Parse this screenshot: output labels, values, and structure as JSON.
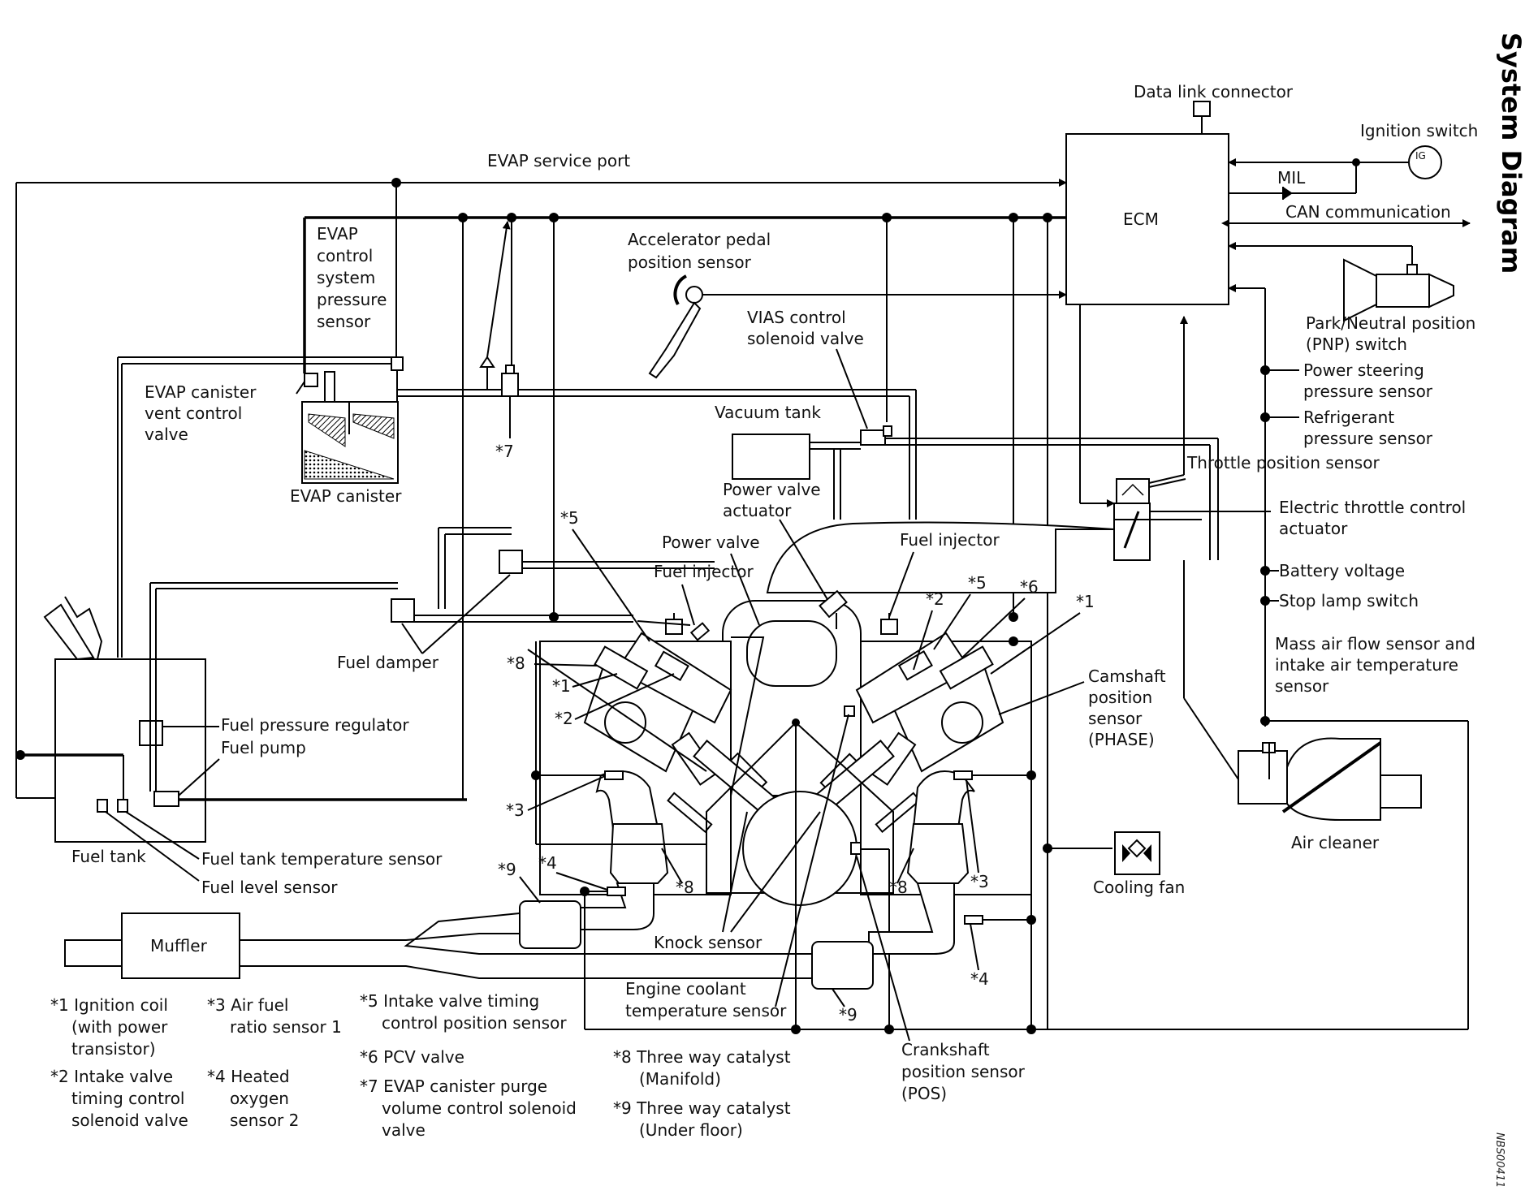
{
  "title": "System Diagram",
  "image_code": "NBS00411",
  "labels": {
    "data_link_connector": "Data link connector",
    "ignition_switch": "Ignition switch",
    "ig": "IG",
    "mil": "MIL",
    "ecm": "ECM",
    "can_communication": "CAN communication",
    "evap_service_port": "EVAP service port",
    "evap_pressure_sensor": [
      "EVAP",
      "control",
      "system",
      "pressure",
      "sensor"
    ],
    "accelerator_pedal_sensor": [
      "Accelerator pedal",
      "position sensor"
    ],
    "pnp_switch": [
      "Park/Neutral position",
      "(PNP) switch"
    ],
    "evap_vent_valve": [
      "EVAP canister",
      "vent control",
      "valve"
    ],
    "vias_valve": [
      "VIAS control",
      "solenoid valve"
    ],
    "power_steering_sensor": [
      "Power steering",
      "pressure sensor"
    ],
    "refrigerant_sensor": [
      "Refrigerant",
      "pressure sensor"
    ],
    "vacuum_tank": "Vacuum tank",
    "star7": "*7",
    "throttle_position_sensor": "Throttle position sensor",
    "evap_canister": "EVAP canister",
    "power_valve_actuator": [
      "Power valve",
      "actuator"
    ],
    "electric_throttle_actuator": [
      "Electric throttle control",
      "actuator"
    ],
    "star5": "*5",
    "power_valve": "Power valve",
    "fuel_injector_left": "Fuel injector",
    "fuel_injector_right": "Fuel injector",
    "battery_voltage": "Battery voltage",
    "star2": "*2",
    "star6": "*6",
    "star1": "*1",
    "stop_lamp_switch": "Stop lamp switch",
    "maf_sensor": [
      "Mass air flow sensor and",
      "intake air temperature",
      "sensor"
    ],
    "star8": "*8",
    "fuel_damper": "Fuel damper",
    "camshaft_sensor": [
      "Camshaft",
      "position",
      "sensor",
      "(PHASE)"
    ],
    "fuel_pressure_regulator": "Fuel pressure regulator",
    "fuel_pump": "Fuel pump",
    "star3": "*3",
    "air_cleaner": "Air cleaner",
    "fuel_tank": "Fuel tank",
    "fuel_tank_temp_sensor": "Fuel tank temperature sensor",
    "fuel_level_sensor": "Fuel level sensor",
    "star9": "*9",
    "star4": "*4",
    "cooling_fan": "Cooling fan",
    "muffler": "Muffler",
    "knock_sensor": "Knock sensor",
    "engine_coolant_sensor": [
      "Engine coolant",
      "temperature sensor"
    ],
    "crankshaft_sensor": [
      "Crankshaft",
      "position sensor",
      "(POS)"
    ]
  },
  "legend": [
    [
      "*1 Ignition coil",
      "(with power",
      "transistor)"
    ],
    [
      "*2 Intake valve",
      "timing control",
      "solenoid valve"
    ],
    [
      "*3 Air fuel",
      "ratio sensor 1"
    ],
    [
      "*4 Heated",
      "oxygen",
      "sensor 2"
    ],
    [
      "*5 Intake valve timing",
      "control position sensor"
    ],
    [
      "*6 PCV valve"
    ],
    [
      "*7 EVAP canister purge",
      "volume control solenoid",
      "valve"
    ],
    [
      "*8 Three way catalyst",
      "(Manifold)"
    ],
    [
      "*9 Three way catalyst",
      "(Under floor)"
    ]
  ]
}
